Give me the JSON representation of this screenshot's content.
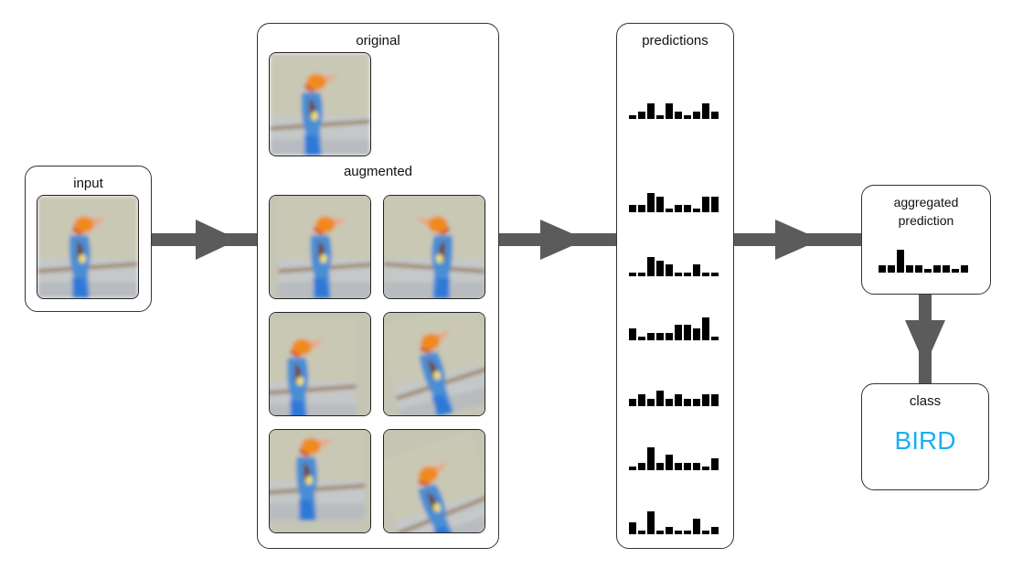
{
  "input": {
    "label": "input"
  },
  "augmentation": {
    "original_label": "original",
    "augmented_label": "augmented",
    "augmented_images": [
      {
        "transform": "shift-right"
      },
      {
        "transform": "horizontal-flip"
      },
      {
        "transform": "shift-left"
      },
      {
        "transform": "rotate"
      },
      {
        "transform": "shift-up"
      },
      {
        "transform": "rotate-shift"
      }
    ]
  },
  "predictions": {
    "label": "predictions",
    "rows": [
      [
        1,
        2,
        4,
        1,
        4,
        2,
        1,
        2,
        4,
        2
      ],
      [
        2,
        2,
        5,
        4,
        1,
        2,
        2,
        1,
        4,
        4
      ],
      [
        1,
        1,
        5,
        4,
        3,
        1,
        1,
        3,
        1,
        1
      ],
      [
        3,
        1,
        2,
        2,
        2,
        4,
        4,
        3,
        6,
        1
      ],
      [
        2,
        3,
        2,
        4,
        2,
        3,
        2,
        2,
        3,
        3
      ],
      [
        1,
        2,
        6,
        2,
        4,
        2,
        2,
        2,
        1,
        3
      ],
      [
        3,
        1,
        6,
        1,
        2,
        1,
        1,
        4,
        1,
        2
      ]
    ]
  },
  "aggregated": {
    "label_line1": "aggregated",
    "label_line2": "prediction",
    "values": [
      2,
      2,
      6,
      2,
      2,
      1,
      2,
      2,
      1,
      2
    ]
  },
  "class": {
    "label": "class",
    "value": "BIRD",
    "color": "#1ab0ee"
  },
  "colors": {
    "arrow": "#5b5b5b",
    "border": "#333333"
  }
}
